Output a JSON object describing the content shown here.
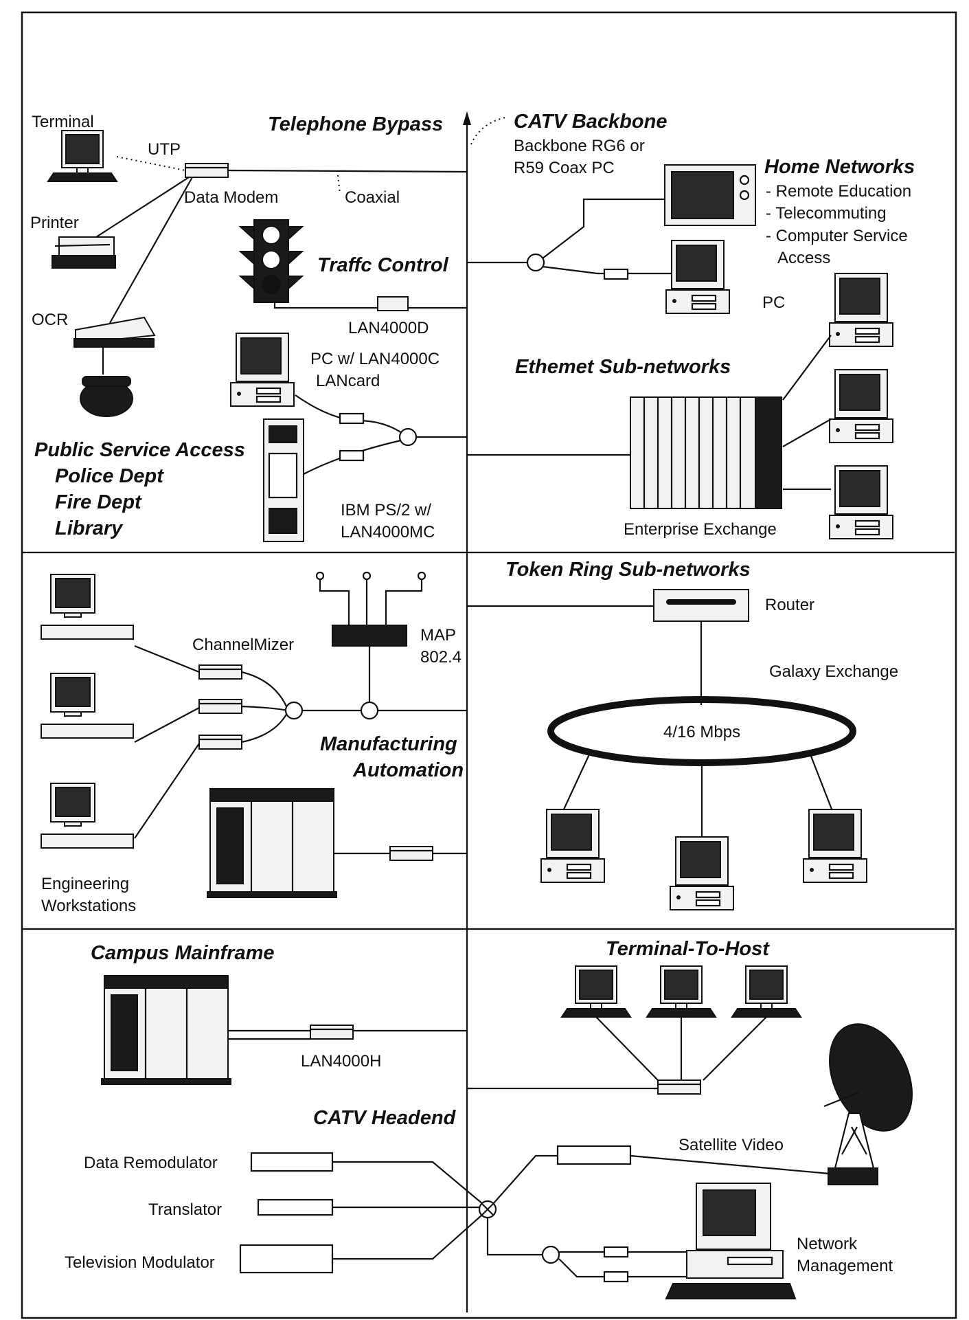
{
  "sections": {
    "telephone_bypass": {
      "title": "Telephone Bypass",
      "terminal": "Terminal",
      "utp": "UTP",
      "data_modem": "Data Modem",
      "coaxial": "Coaxial",
      "printer": "Printer",
      "ocr": "OCR",
      "traffic_control": "Traffc Control",
      "lan4000d": "LAN4000D",
      "pc_lan4000c_line1": "PC w/ LAN4000C",
      "pc_lan4000c_line2": "LANcard",
      "public_service": [
        "Public Service Access",
        "Police Dept",
        "Fire Dept",
        "Library"
      ],
      "ibm_line1": "IBM PS/2 w/",
      "ibm_line2": "LAN4000MC"
    },
    "catv_backbone": {
      "title": "CATV Backbone",
      "sub_line1": "Backbone RG6 or",
      "sub_line2": "R59 Coax PC"
    },
    "home_networks": {
      "title": "Home Networks",
      "items": [
        "- Remote Education",
        "- Telecommuting",
        "- Computer Service",
        "Access"
      ],
      "pc": "PC"
    },
    "ethernet": {
      "title": "Ethemet Sub-networks",
      "enterprise": "Enterprise Exchange"
    },
    "manufacturing": {
      "title_line1": "Manufacturing",
      "title_line2": "Automation",
      "channelmizer": "ChannelMizer",
      "map_line1": "MAP",
      "map_line2": "802.4",
      "eng_line1": "Engineering",
      "eng_line2": "Workstations"
    },
    "token_ring": {
      "title": "Token Ring Sub-networks",
      "router": "Router",
      "galaxy": "Galaxy Exchange",
      "speed": "4/16 Mbps"
    },
    "campus": {
      "title": "Campus Mainframe",
      "lan4000h": "LAN4000H"
    },
    "terminal_to_host": {
      "title": "Terminal-To-Host"
    },
    "headend": {
      "title": "CATV Headend",
      "data_remodulator": "Data Remodulator",
      "translator": "Translator",
      "tv_modulator": "Television Modulator",
      "satellite": "Satellite Video",
      "netmgmt_line1": "Network",
      "netmgmt_line2": "Management"
    }
  }
}
